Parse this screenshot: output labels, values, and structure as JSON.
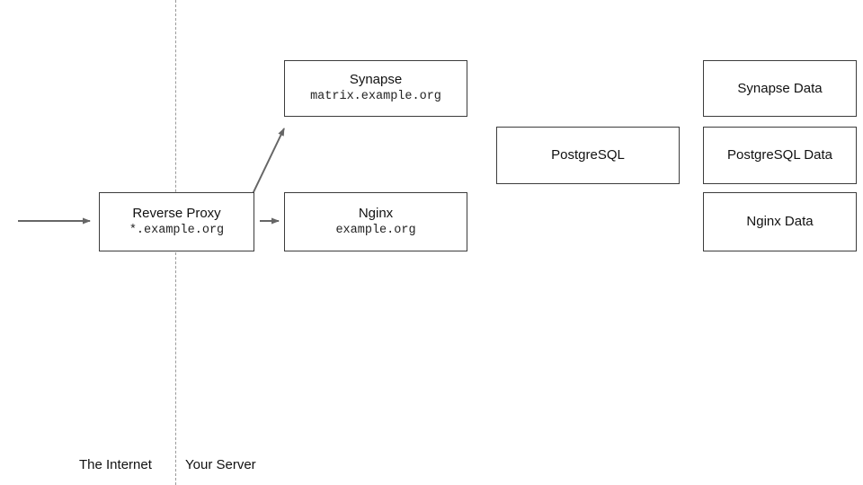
{
  "diagram": {
    "zones": {
      "left_label": "The Internet",
      "right_label": "Your Server"
    },
    "nodes": {
      "reverse_proxy": {
        "title": "Reverse Proxy",
        "subtitle": "*.example.org"
      },
      "synapse": {
        "title": "Synapse",
        "subtitle": "matrix.example.org"
      },
      "nginx": {
        "title": "Nginx",
        "subtitle": "example.org"
      },
      "postgresql": {
        "title": "PostgreSQL"
      },
      "synapse_data": {
        "title": "Synapse Data"
      },
      "postgresql_data": {
        "title": "PostgreSQL Data"
      },
      "nginx_data": {
        "title": "Nginx Data"
      }
    },
    "edges": [
      {
        "from": "internet",
        "to": "reverse_proxy"
      },
      {
        "from": "reverse_proxy",
        "to": "synapse"
      },
      {
        "from": "reverse_proxy",
        "to": "nginx"
      }
    ],
    "colors": {
      "arrow": "#666666",
      "node_border": "#3c3c3c",
      "boundary_line": "#9a9a9a",
      "text": "#111111"
    }
  }
}
